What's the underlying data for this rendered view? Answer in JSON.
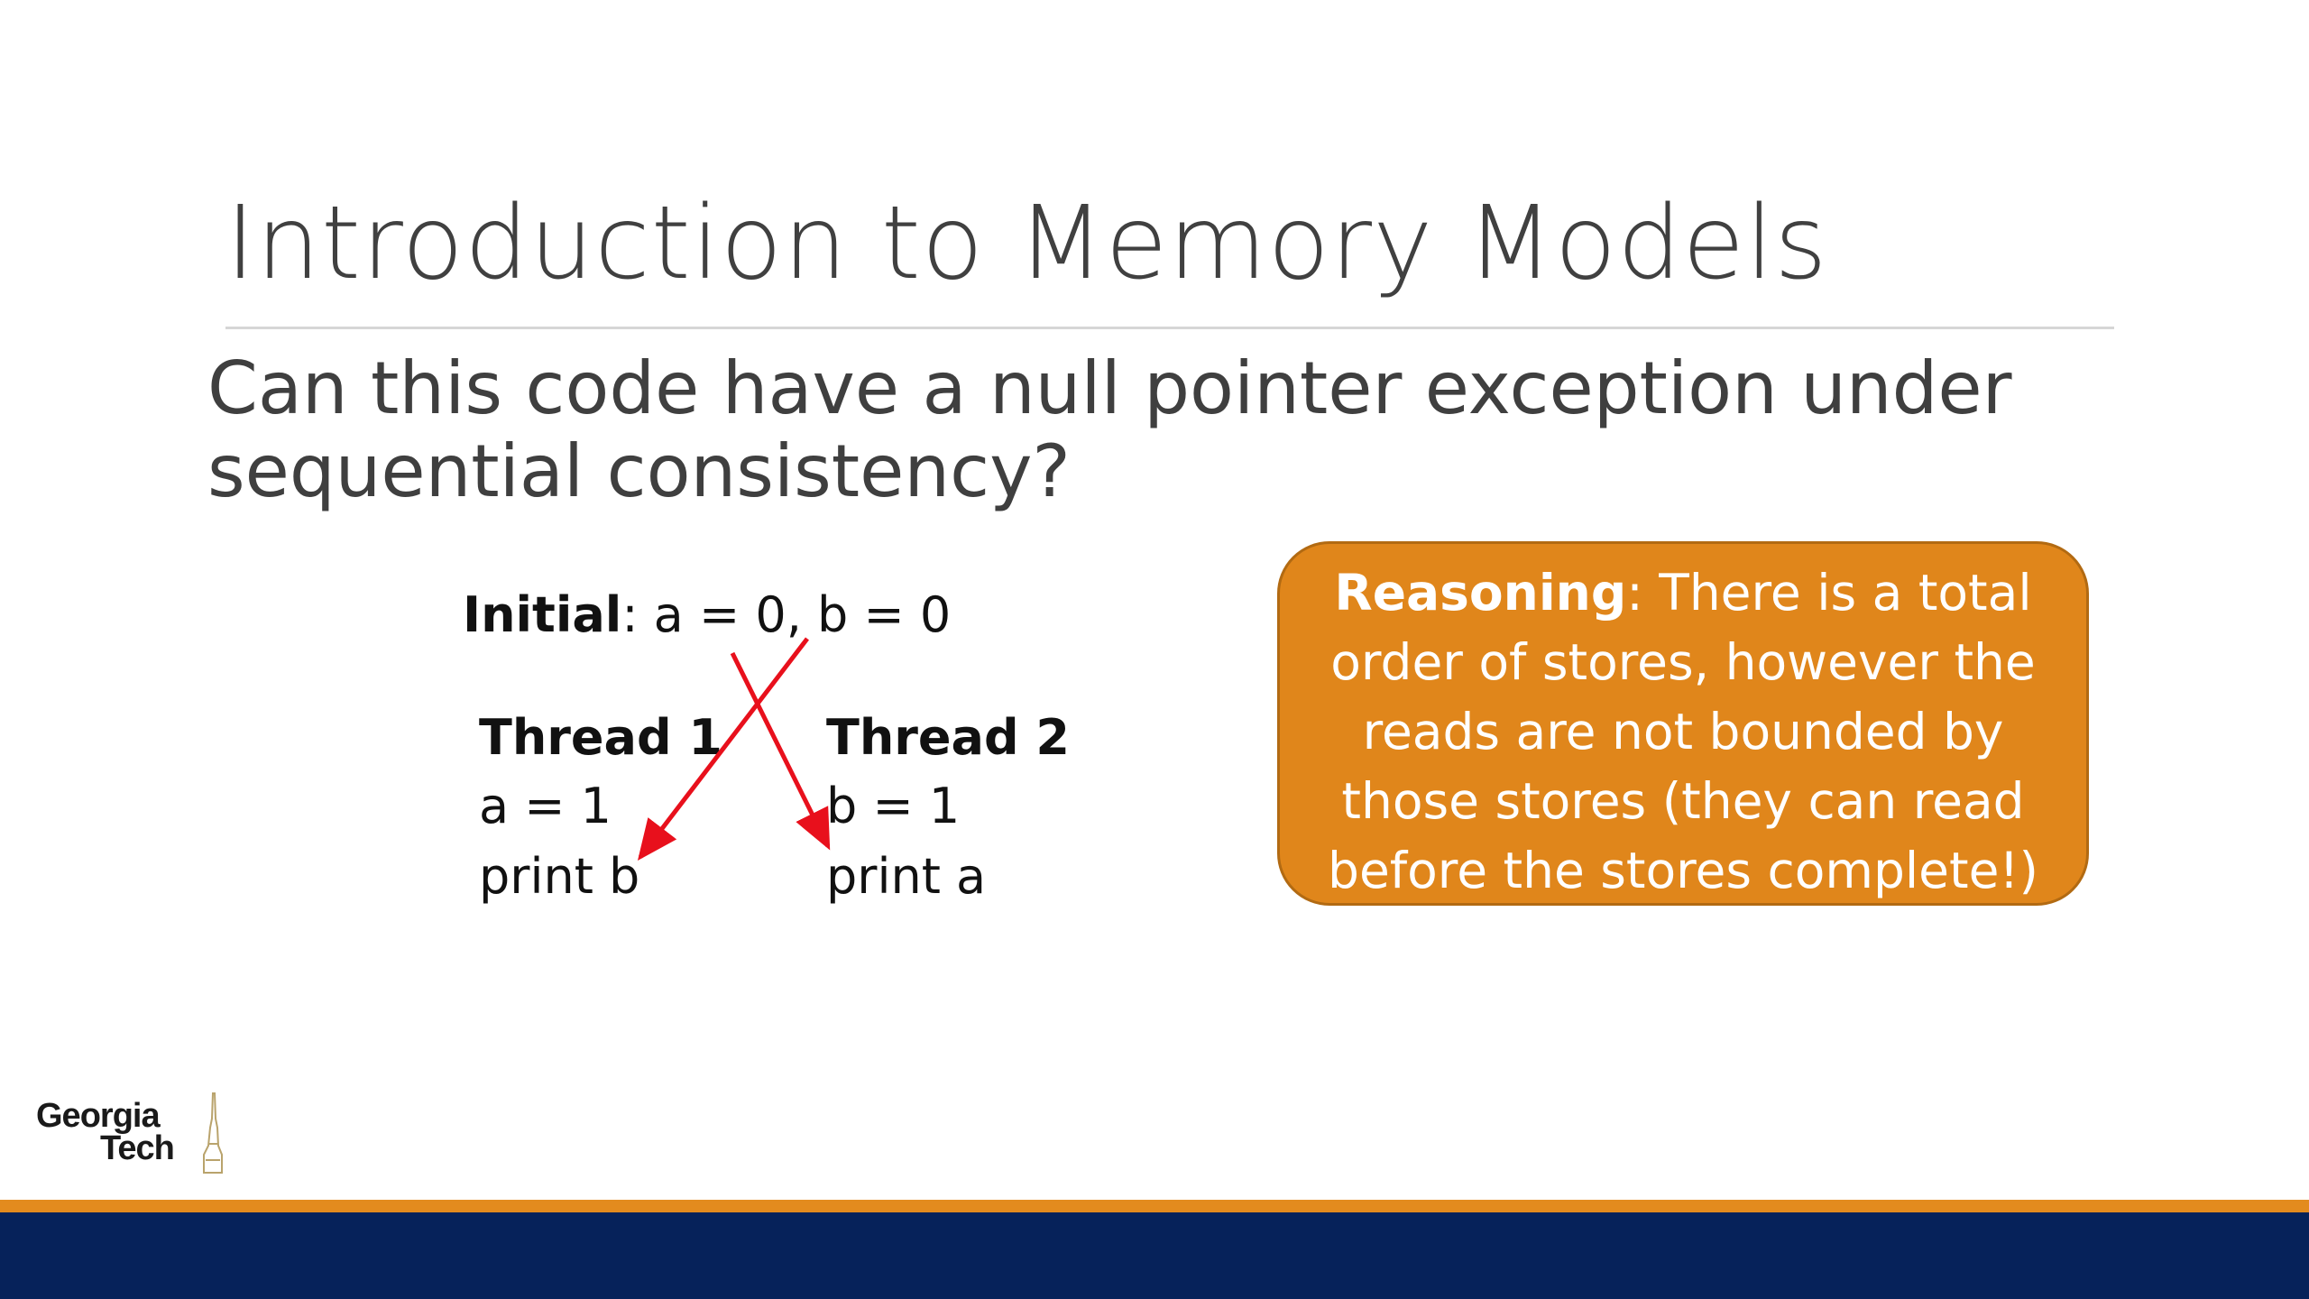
{
  "slide": {
    "title": "Introduction to Memory Models",
    "question": "Can this code have a null pointer exception under sequential consistency?"
  },
  "code": {
    "initial_label": "Initial",
    "initial_rest": ": a = 0, b = 0",
    "thread1": {
      "heading": "Thread 1",
      "line1": "a = 1",
      "line2": "print b"
    },
    "thread2": {
      "heading": "Thread 2",
      "line1": "b = 1",
      "line2": "print a"
    }
  },
  "reasoning": {
    "label": "Reasoning",
    "text": ":  There is a total order of stores, however the reads are not bounded by those stores (they can read before the stores complete!)"
  },
  "logo": {
    "line1": "Georgia",
    "line2": "Tech"
  },
  "colors": {
    "title": "#404040",
    "reasoning_box": "#e0861b",
    "arrow": "#e8101c",
    "footer_gold": "#e38b1e",
    "footer_navy": "#06225a"
  },
  "icons": {
    "arrows": "red-crossing-arrows",
    "logo": "georgia-tech-tower-icon"
  }
}
